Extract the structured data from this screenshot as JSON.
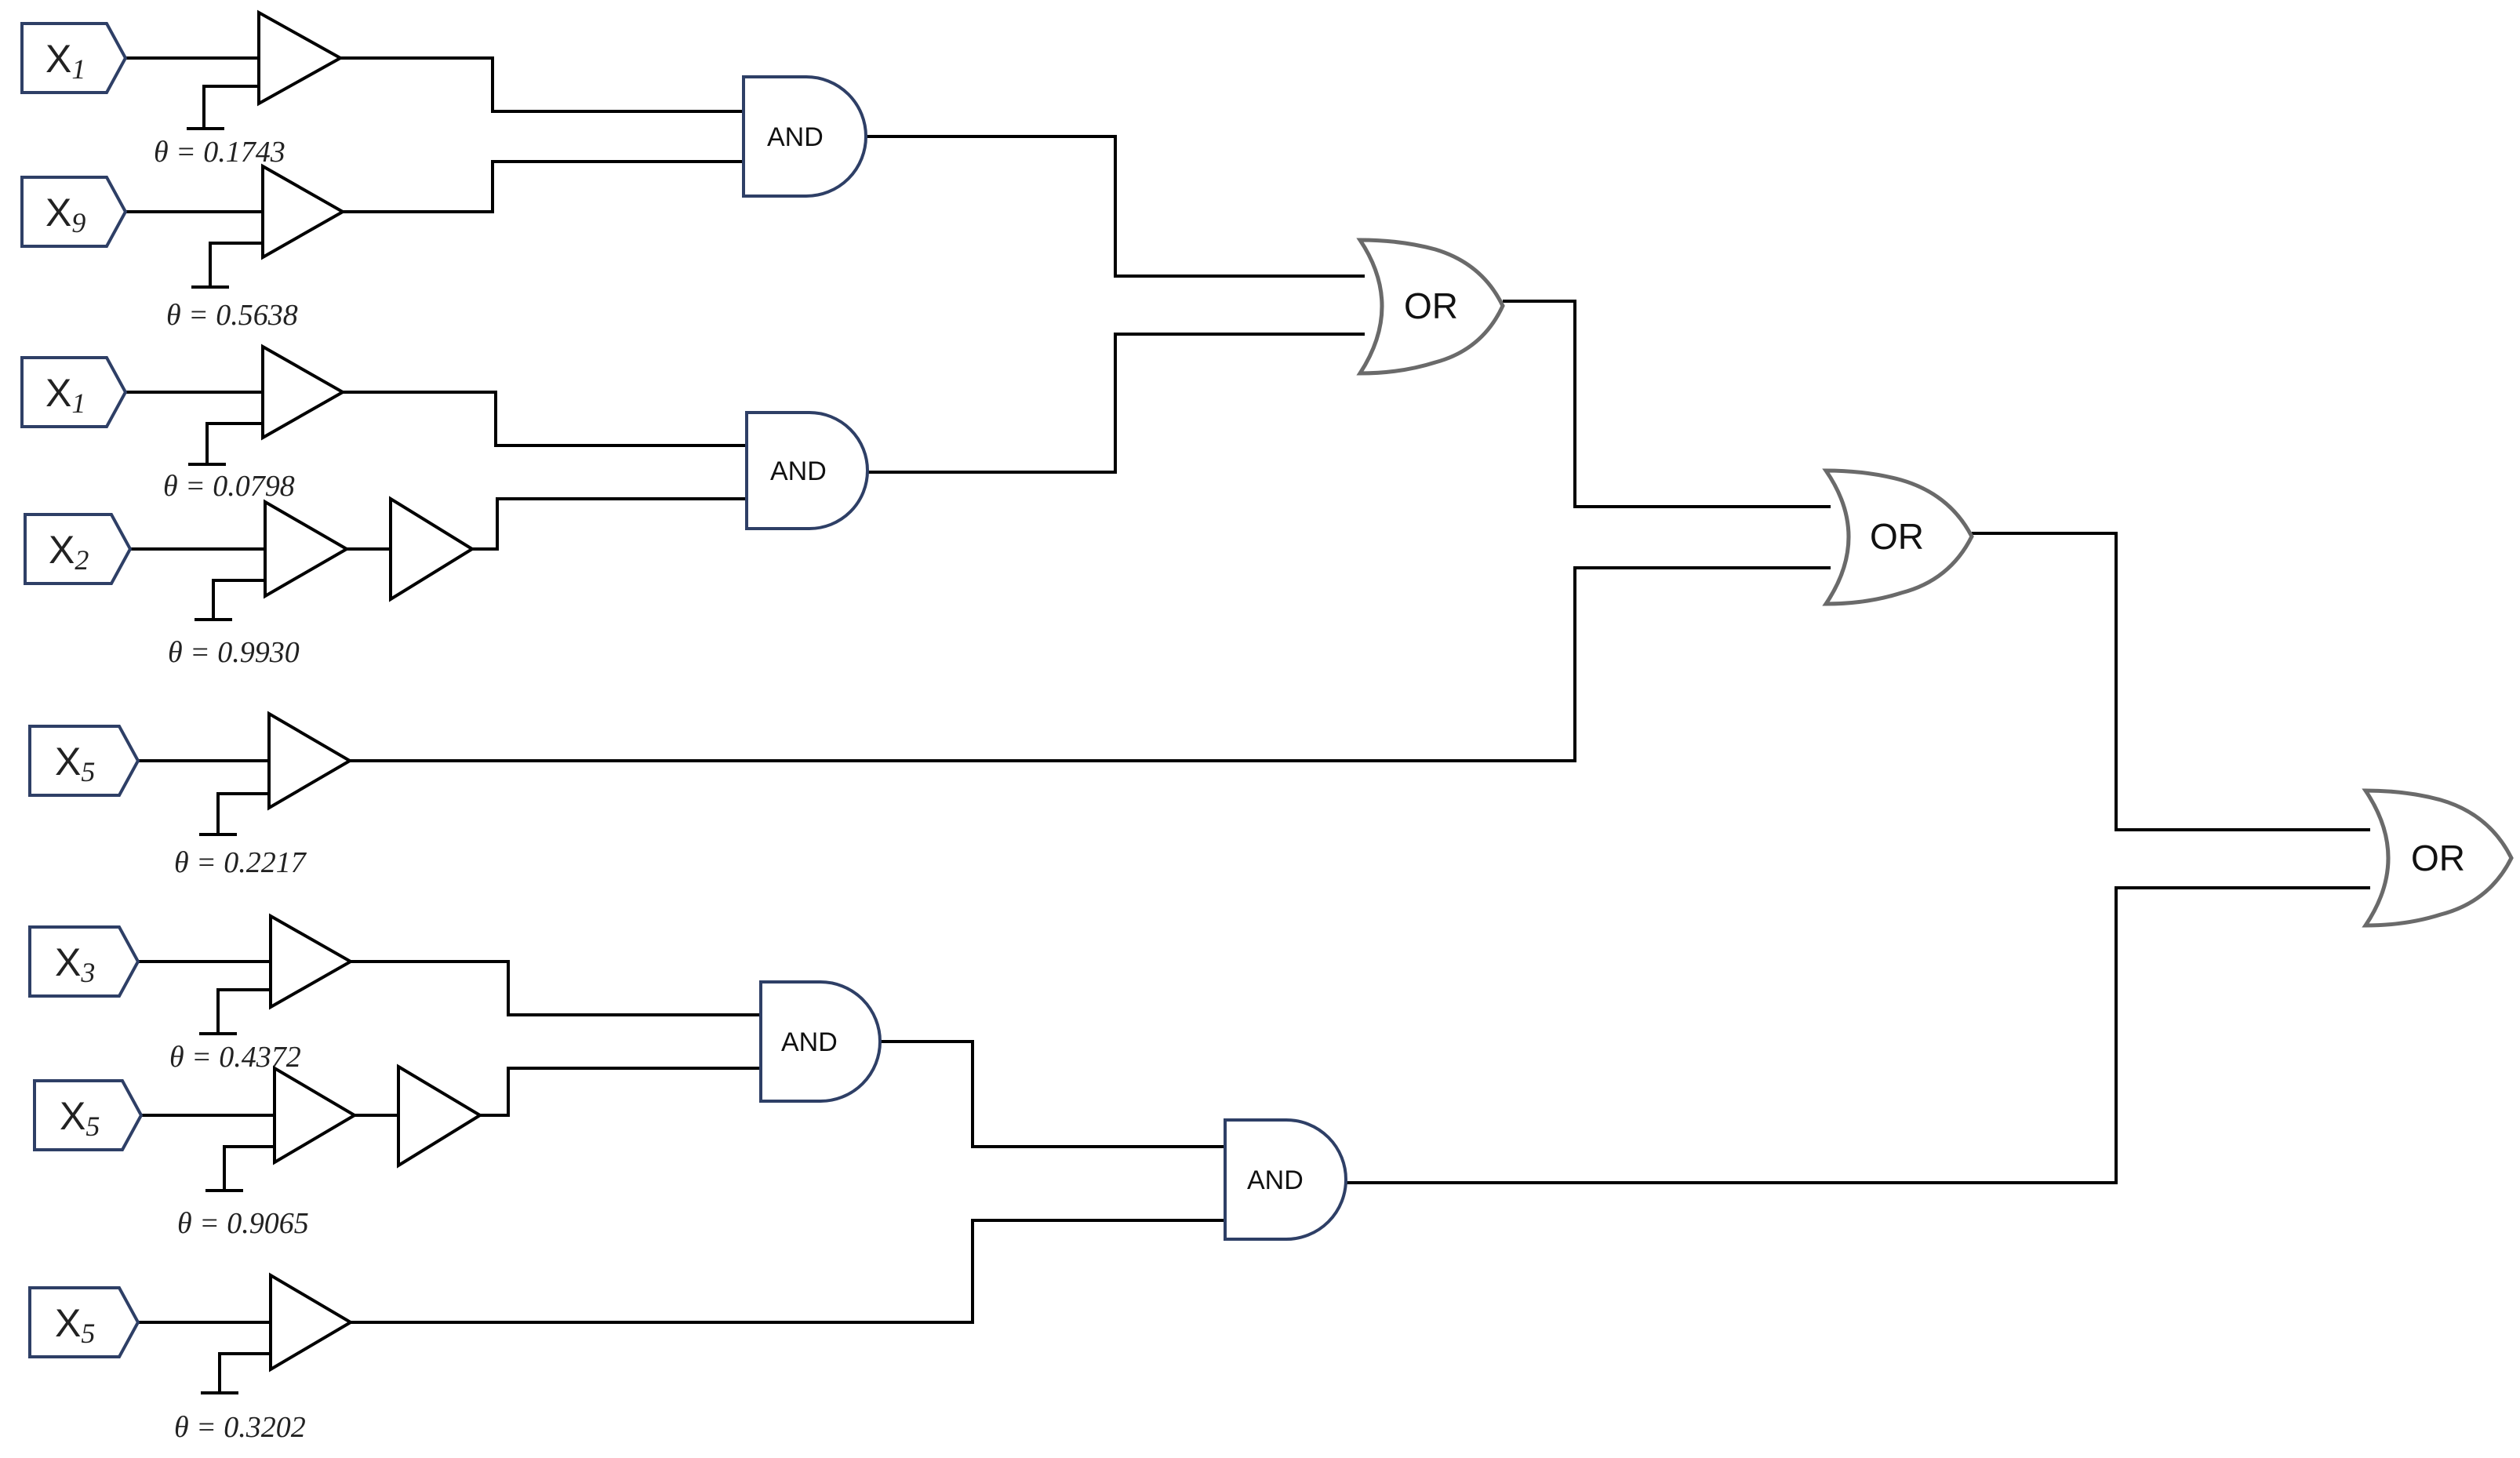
{
  "inputs": [
    {
      "letter": "X",
      "sub": "1",
      "theta": "θ = 0.1743"
    },
    {
      "letter": "X",
      "sub": "9",
      "theta": "θ = 0.5638"
    },
    {
      "letter": "X",
      "sub": "1",
      "theta": "θ = 0.0798"
    },
    {
      "letter": "X",
      "sub": "2",
      "theta": "θ = 0.9930"
    },
    {
      "letter": "X",
      "sub": "5",
      "theta": "θ = 0.2217"
    },
    {
      "letter": "X",
      "sub": "3",
      "theta": "θ = 0.4372"
    },
    {
      "letter": "X",
      "sub": "5",
      "theta": "θ = 0.9065"
    },
    {
      "letter": "X",
      "sub": "5",
      "theta": "θ = 0.3202"
    }
  ],
  "gates": {
    "and_1": "AND",
    "and_2": "AND",
    "and_3": "AND",
    "and_4": "AND",
    "or_1": "OR",
    "or_2": "OR",
    "or_3": "OR"
  },
  "colors": {
    "port_stroke": "#2e3f66",
    "and_stroke": "#2e3f66",
    "or_stroke": "#6a6a6a",
    "wire": "#000000"
  }
}
